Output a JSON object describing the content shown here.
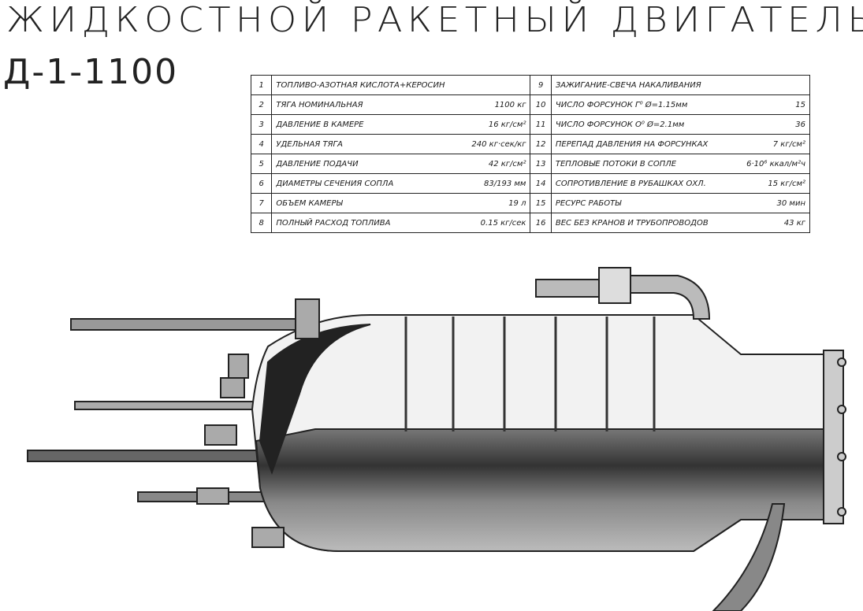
{
  "header": {
    "title": "ЖИДКОСТНОЙ РАКЕТНЫЙ ДВИГАТЕЛЬ",
    "model": "Д-1-1100"
  },
  "spec_table": {
    "left": [
      {
        "n": "1",
        "label": "ТОПЛИВО-АЗОТНАЯ КИСЛОТА+КЕРОСИН",
        "value": ""
      },
      {
        "n": "2",
        "label": "ТЯГА НОМИНАЛЬНАЯ",
        "value": "1100 кг"
      },
      {
        "n": "3",
        "label": "ДАВЛЕНИЕ В КАМЕРЕ",
        "value": "16 кг/см²"
      },
      {
        "n": "4",
        "label": "УДЕЛЬНАЯ ТЯГА",
        "value": "240 кг·сек/кг"
      },
      {
        "n": "5",
        "label": "ДАВЛЕНИЕ ПОДАЧИ",
        "value": "42 кг/см²"
      },
      {
        "n": "6",
        "label": "ДИАМЕТРЫ СЕЧЕНИЯ СОПЛА",
        "value": "83/193 мм"
      },
      {
        "n": "7",
        "label": "ОБЪЕМ КАМЕРЫ",
        "value": "19 л"
      },
      {
        "n": "8",
        "label": "ПОЛНЫЙ РАСХОД ТОПЛИВА",
        "value": "0.15 кг/сек"
      }
    ],
    "right": [
      {
        "n": "9",
        "label": "ЗАЖИГАНИЕ-СВЕЧА НАКАЛИВАНИЯ",
        "value": ""
      },
      {
        "n": "10",
        "label": "ЧИСЛО ФОРСУНОК Г⁰ Ø=1.15мм",
        "value": "15"
      },
      {
        "n": "11",
        "label": "ЧИСЛО ФОРСУНОК О⁰ Ø=2.1мм",
        "value": "36"
      },
      {
        "n": "12",
        "label": "ПЕРЕПАД ДАВЛЕНИЯ НА ФОРСУНКАХ",
        "value": "7 кг/см²"
      },
      {
        "n": "13",
        "label": "ТЕПЛОВЫЕ ПОТОКИ В СОПЛЕ",
        "value": "6·10⁶ ккал/м²ч"
      },
      {
        "n": "14",
        "label": "СОПРОТИВЛЕНИЕ В РУБАШКАХ ОХЛ.",
        "value": "15 кг/см²"
      },
      {
        "n": "15",
        "label": "РЕСУРС РАБОТЫ",
        "value": "30 мин"
      },
      {
        "n": "16",
        "label": "ВЕС БЕЗ КРАНОВ И ТРУБОПРОВОДОВ",
        "value": "43 кг"
      }
    ]
  }
}
